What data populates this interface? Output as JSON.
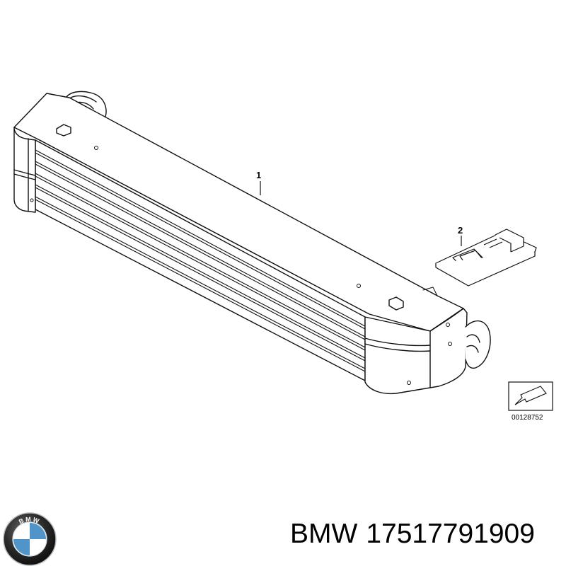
{
  "diagram": {
    "callouts": [
      {
        "id": "part-1",
        "label": "1"
      },
      {
        "id": "part-2",
        "label": "2"
      }
    ],
    "diagram_number": "00128752"
  },
  "brand": {
    "name": "BMW",
    "part_number": "17517791909",
    "logo_letters": "BMW",
    "colors": {
      "ring": "#1a1a1a",
      "blue": "#4f95c9",
      "white": "#ffffff"
    }
  }
}
